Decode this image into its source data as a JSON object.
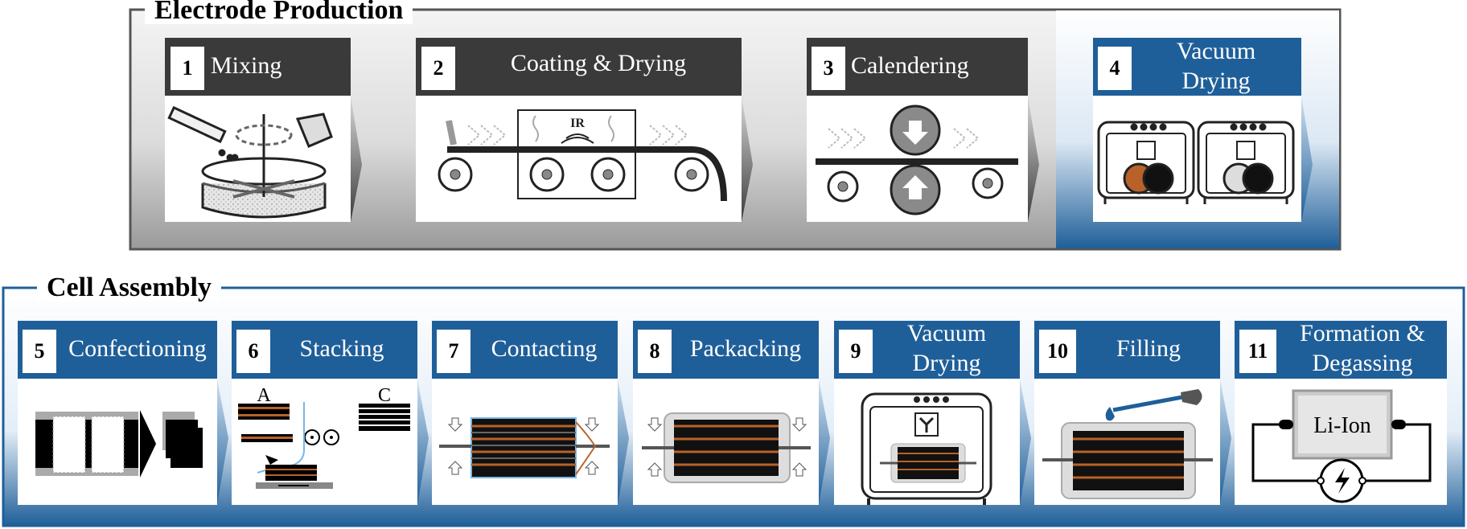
{
  "electrode_production": {
    "title": "Electrode Production",
    "steps": [
      {
        "num": "1",
        "label": "Mixing"
      },
      {
        "num": "2",
        "label": "Coating & Drying",
        "ir": "IR"
      },
      {
        "num": "3",
        "label": "Calendering"
      },
      {
        "num": "4",
        "label_line1": "Vacuum",
        "label_line2": "Drying"
      }
    ]
  },
  "cell_assembly": {
    "title": "Cell Assembly",
    "steps": [
      {
        "num": "5",
        "label": "Confectioning"
      },
      {
        "num": "6",
        "label": "Stacking",
        "anode": "A",
        "cathode": "C"
      },
      {
        "num": "7",
        "label": "Contacting"
      },
      {
        "num": "8",
        "label": "Packacking"
      },
      {
        "num": "9",
        "label_line1": "Vacuum",
        "label_line2": "Drying"
      },
      {
        "num": "10",
        "label": "Filling"
      },
      {
        "num": "11",
        "label_line1": "Formation &",
        "label_line2": "Degassing",
        "cell_label": "Li-Ion"
      }
    ]
  },
  "colors": {
    "dark_header": "#3a3a3a",
    "blue_header": "#1f5f99",
    "gray_panel": "#b5b5b5",
    "blue_panel": "#2e6ba8",
    "copper": "#b8622a"
  }
}
